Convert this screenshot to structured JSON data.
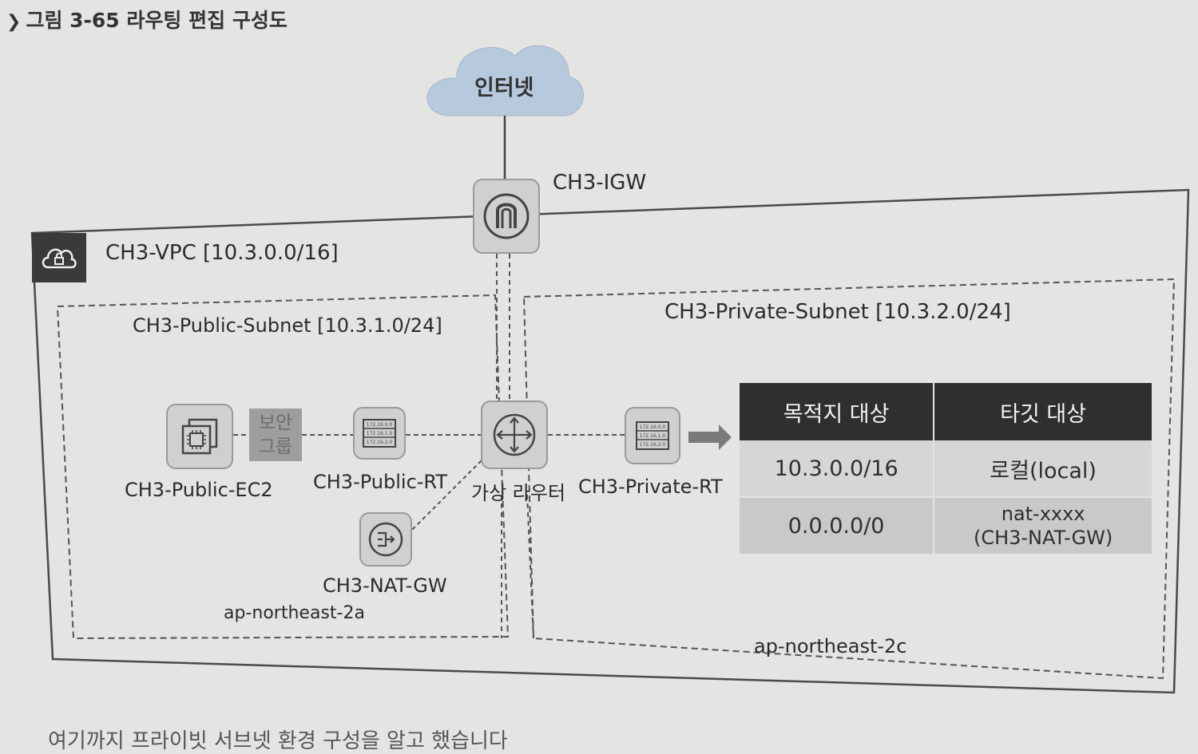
{
  "caption": "그림 3-65 라우팅 편집 구성도",
  "internet": {
    "label": "인터넷"
  },
  "igw": {
    "label": "CH3-IGW"
  },
  "vpc": {
    "label": "CH3-VPC [10.3.0.0/16]"
  },
  "public_subnet": {
    "label": "CH3-Public-Subnet [10.3.1.0/24]",
    "az": "ap-northeast-2a"
  },
  "private_subnet": {
    "label": "CH3-Private-Subnet [10.3.2.0/24]",
    "az": "ap-northeast-2c"
  },
  "ec2": {
    "label": "CH3-Public-EC2"
  },
  "security_group": {
    "line1": "보안",
    "line2": "그룹"
  },
  "public_rt": {
    "label": "CH3-Public-RT"
  },
  "router": {
    "label": "가상 라우터"
  },
  "private_rt": {
    "label": "CH3-Private-RT"
  },
  "nat": {
    "label": "CH3-NAT-GW"
  },
  "rt_icon_text": [
    "172.16.0.0",
    "172.16.1.0",
    "172.16.2.0"
  ],
  "route_table": {
    "headers": [
      "목적지 대상",
      "타깃 대상"
    ],
    "rows": [
      {
        "dest": "10.3.0.0/16",
        "target": "로컬(local)",
        "target_sub": ""
      },
      {
        "dest": "0.0.0.0/0",
        "target": "nat-xxxx",
        "target_sub": "(CH3-NAT-GW)"
      }
    ]
  },
  "bottom_text": "여기까지 프라이빗 서브넷 환경 구성을 알고 했습니다",
  "colors": {
    "cloud": "#b7c9dc",
    "header": "#2f2f2f",
    "icon_fill": "#d0d0ce"
  }
}
